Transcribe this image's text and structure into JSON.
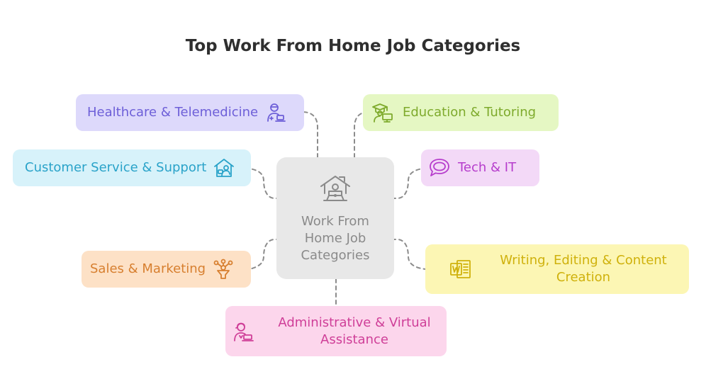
{
  "title": "Top Work From Home Job Categories",
  "center": {
    "label": "Work From Home Job Categories",
    "icon": "home-office-laptop-icon",
    "color": "#8a8a8a"
  },
  "categories": [
    {
      "id": "health",
      "label": "Healthcare & Telemedicine",
      "icon": "doctor-laptop-icon",
      "color": "#6d5fd8",
      "bg": "#ddd9fb"
    },
    {
      "id": "edu",
      "label": "Education & Tutoring",
      "icon": "graduate-computer-icon",
      "color": "#7eaa2c",
      "bg": "#e5f7c3"
    },
    {
      "id": "cust",
      "label": "Customer Service & Support",
      "icon": "house-person-icon",
      "color": "#2aa3c9",
      "bg": "#d7f2fa"
    },
    {
      "id": "tech",
      "label": "Tech & IT",
      "icon": "speech-bubble-icon",
      "color": "#b63dcc",
      "bg": "#f3d9f7"
    },
    {
      "id": "sales",
      "label": "Sales & Marketing",
      "icon": "network-funnel-icon",
      "color": "#d77f2f",
      "bg": "#fde1c6"
    },
    {
      "id": "write",
      "label": "Writing, Editing & Content Creation",
      "icon": "word-document-icon",
      "color": "#cfb10c",
      "bg": "#fcf6b4"
    },
    {
      "id": "admin",
      "label": "Administrative & Virtual Assistance",
      "icon": "assistant-laptop-icon",
      "color": "#cf3f98",
      "bg": "#fcd6ec"
    }
  ]
}
